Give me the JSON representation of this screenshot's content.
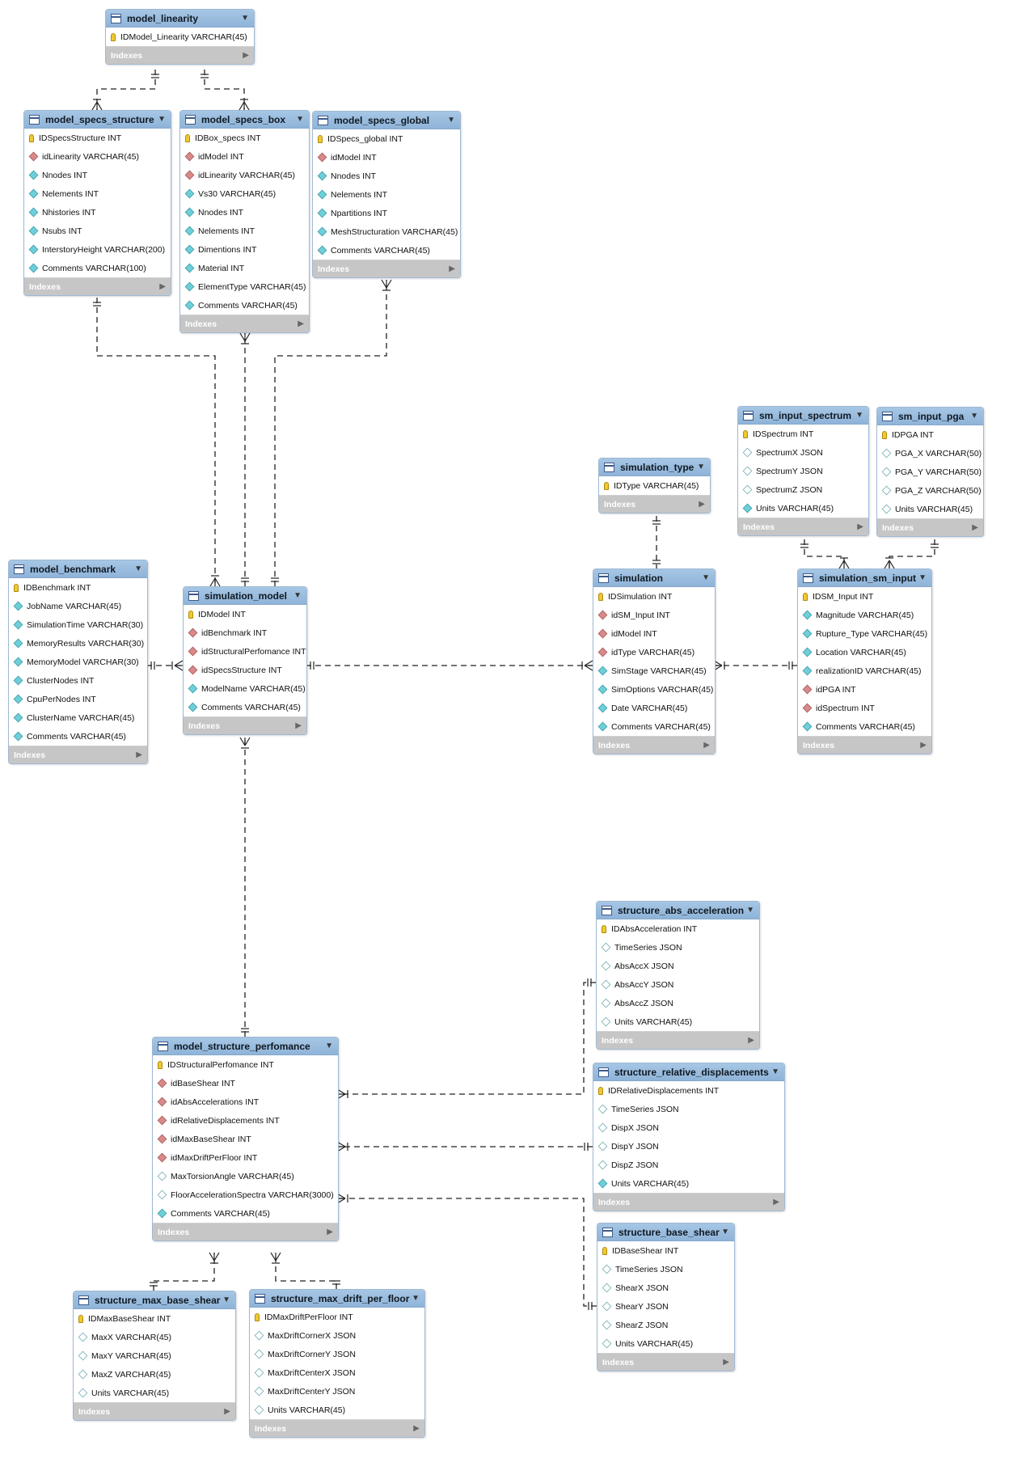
{
  "tables": [
    {
      "id": "model_linearity",
      "name": "model_linearity",
      "indexes_label": "Indexes",
      "columns": [
        {
          "text": "IDModel_Linearity VARCHAR(45)",
          "kind": "pk"
        }
      ]
    },
    {
      "id": "model_specs_structure",
      "name": "model_specs_structure",
      "indexes_label": "Indexes",
      "columns": [
        {
          "text": "IDSpecsStructure INT",
          "kind": "pk"
        },
        {
          "text": "idLinearity VARCHAR(45)",
          "kind": "fk"
        },
        {
          "text": "Nnodes INT",
          "kind": "col-full"
        },
        {
          "text": "Nelements INT",
          "kind": "col-full"
        },
        {
          "text": "Nhistories INT",
          "kind": "col-full"
        },
        {
          "text": "Nsubs INT",
          "kind": "col-full"
        },
        {
          "text": "InterstoryHeight VARCHAR(200)",
          "kind": "col-full"
        },
        {
          "text": "Comments VARCHAR(100)",
          "kind": "col-full"
        }
      ]
    },
    {
      "id": "model_specs_box",
      "name": "model_specs_box",
      "indexes_label": "Indexes",
      "columns": [
        {
          "text": "IDBox_specs INT",
          "kind": "pk"
        },
        {
          "text": "idModel INT",
          "kind": "fk"
        },
        {
          "text": "idLinearity VARCHAR(45)",
          "kind": "fk"
        },
        {
          "text": "Vs30 VARCHAR(45)",
          "kind": "col-full"
        },
        {
          "text": "Nnodes INT",
          "kind": "col-full"
        },
        {
          "text": "Nelements INT",
          "kind": "col-full"
        },
        {
          "text": "Dimentions INT",
          "kind": "col-full"
        },
        {
          "text": "Material INT",
          "kind": "col-full"
        },
        {
          "text": "ElementType VARCHAR(45)",
          "kind": "col-full"
        },
        {
          "text": "Comments VARCHAR(45)",
          "kind": "col-full"
        }
      ]
    },
    {
      "id": "model_specs_global",
      "name": "model_specs_global",
      "indexes_label": "Indexes",
      "columns": [
        {
          "text": "IDSpecs_global INT",
          "kind": "pk"
        },
        {
          "text": "idModel INT",
          "kind": "fk"
        },
        {
          "text": "Nnodes INT",
          "kind": "col-full"
        },
        {
          "text": "Nelements INT",
          "kind": "col-full"
        },
        {
          "text": "Npartitions INT",
          "kind": "col-full"
        },
        {
          "text": "MeshStructuration VARCHAR(45)",
          "kind": "col-full"
        },
        {
          "text": "Comments VARCHAR(45)",
          "kind": "col-full"
        }
      ]
    },
    {
      "id": "sm_input_spectrum",
      "name": "sm_input_spectrum",
      "indexes_label": "Indexes",
      "columns": [
        {
          "text": "IDSpectrum INT",
          "kind": "pk"
        },
        {
          "text": "SpectrumX JSON",
          "kind": "col-empty"
        },
        {
          "text": "SpectrumY JSON",
          "kind": "col-empty"
        },
        {
          "text": "SpectrumZ JSON",
          "kind": "col-empty"
        },
        {
          "text": "Units VARCHAR(45)",
          "kind": "col-full"
        }
      ]
    },
    {
      "id": "sm_input_pga",
      "name": "sm_input_pga",
      "indexes_label": "Indexes",
      "columns": [
        {
          "text": "IDPGA INT",
          "kind": "pk"
        },
        {
          "text": "PGA_X VARCHAR(50)",
          "kind": "col-empty"
        },
        {
          "text": "PGA_Y VARCHAR(50)",
          "kind": "col-empty"
        },
        {
          "text": "PGA_Z VARCHAR(50)",
          "kind": "col-empty"
        },
        {
          "text": "Units VARCHAR(45)",
          "kind": "col-empty"
        }
      ]
    },
    {
      "id": "simulation_type",
      "name": "simulation_type",
      "indexes_label": "Indexes",
      "columns": [
        {
          "text": "IDType VARCHAR(45)",
          "kind": "pk"
        }
      ]
    },
    {
      "id": "model_benchmark",
      "name": "model_benchmark",
      "indexes_label": "Indexes",
      "columns": [
        {
          "text": "IDBenchmark INT",
          "kind": "pk"
        },
        {
          "text": "JobName VARCHAR(45)",
          "kind": "col-full"
        },
        {
          "text": "SimulationTime VARCHAR(30)",
          "kind": "col-full"
        },
        {
          "text": "MemoryResults VARCHAR(30)",
          "kind": "col-full"
        },
        {
          "text": "MemoryModel VARCHAR(30)",
          "kind": "col-full"
        },
        {
          "text": "ClusterNodes INT",
          "kind": "col-full"
        },
        {
          "text": "CpuPerNodes INT",
          "kind": "col-full"
        },
        {
          "text": "ClusterName VARCHAR(45)",
          "kind": "col-full"
        },
        {
          "text": "Comments VARCHAR(45)",
          "kind": "col-full"
        }
      ]
    },
    {
      "id": "simulation_model",
      "name": "simulation_model",
      "indexes_label": "Indexes",
      "columns": [
        {
          "text": "IDModel INT",
          "kind": "pk"
        },
        {
          "text": "idBenchmark INT",
          "kind": "fk"
        },
        {
          "text": "idStructuralPerfomance INT",
          "kind": "fk"
        },
        {
          "text": "idSpecsStructure INT",
          "kind": "fk"
        },
        {
          "text": "ModelName VARCHAR(45)",
          "kind": "col-full"
        },
        {
          "text": "Comments VARCHAR(45)",
          "kind": "col-full"
        }
      ]
    },
    {
      "id": "simulation",
      "name": "simulation",
      "indexes_label": "Indexes",
      "columns": [
        {
          "text": "IDSimulation INT",
          "kind": "pk"
        },
        {
          "text": "idSM_Input INT",
          "kind": "fk"
        },
        {
          "text": "idModel INT",
          "kind": "fk"
        },
        {
          "text": "idType VARCHAR(45)",
          "kind": "fk"
        },
        {
          "text": "SimStage VARCHAR(45)",
          "kind": "col-full"
        },
        {
          "text": "SimOptions VARCHAR(45)",
          "kind": "col-full"
        },
        {
          "text": "Date VARCHAR(45)",
          "kind": "col-full"
        },
        {
          "text": "Comments VARCHAR(45)",
          "kind": "col-full"
        }
      ]
    },
    {
      "id": "simulation_sm_input",
      "name": "simulation_sm_input",
      "indexes_label": "Indexes",
      "columns": [
        {
          "text": "IDSM_Input INT",
          "kind": "pk"
        },
        {
          "text": "Magnitude VARCHAR(45)",
          "kind": "col-full"
        },
        {
          "text": "Rupture_Type VARCHAR(45)",
          "kind": "col-full"
        },
        {
          "text": "Location VARCHAR(45)",
          "kind": "col-full"
        },
        {
          "text": "realizationID VARCHAR(45)",
          "kind": "col-full"
        },
        {
          "text": "idPGA INT",
          "kind": "fk"
        },
        {
          "text": "idSpectrum INT",
          "kind": "fk"
        },
        {
          "text": "Comments VARCHAR(45)",
          "kind": "col-full"
        }
      ]
    },
    {
      "id": "structure_abs_acceleration",
      "name": "structure_abs_acceleration",
      "indexes_label": "Indexes",
      "columns": [
        {
          "text": "IDAbsAcceleration INT",
          "kind": "pk"
        },
        {
          "text": "TimeSeries JSON",
          "kind": "col-empty"
        },
        {
          "text": "AbsAccX JSON",
          "kind": "col-empty"
        },
        {
          "text": "AbsAccY JSON",
          "kind": "col-empty"
        },
        {
          "text": "AbsAccZ JSON",
          "kind": "col-empty"
        },
        {
          "text": "Units VARCHAR(45)",
          "kind": "col-empty"
        }
      ]
    },
    {
      "id": "structure_relative_displacements",
      "name": "structure_relative_displacements",
      "indexes_label": "Indexes",
      "columns": [
        {
          "text": "IDRelativeDisplacements INT",
          "kind": "pk"
        },
        {
          "text": "TimeSeries JSON",
          "kind": "col-empty"
        },
        {
          "text": "DispX JSON",
          "kind": "col-empty"
        },
        {
          "text": "DispY JSON",
          "kind": "col-empty"
        },
        {
          "text": "DispZ JSON",
          "kind": "col-empty"
        },
        {
          "text": "Units VARCHAR(45)",
          "kind": "col-full"
        }
      ]
    },
    {
      "id": "model_structure_perfomance",
      "name": "model_structure_perfomance",
      "indexes_label": "Indexes",
      "columns": [
        {
          "text": "IDStructuralPerfomance INT",
          "kind": "pk"
        },
        {
          "text": "idBaseShear INT",
          "kind": "fk"
        },
        {
          "text": "idAbsAccelerations INT",
          "kind": "fk"
        },
        {
          "text": "idRelativeDisplacements INT",
          "kind": "fk"
        },
        {
          "text": "idMaxBaseShear INT",
          "kind": "fk"
        },
        {
          "text": "idMaxDriftPerFloor INT",
          "kind": "fk"
        },
        {
          "text": "MaxTorsionAngle VARCHAR(45)",
          "kind": "col-empty"
        },
        {
          "text": "FloorAccelerationSpectra VARCHAR(3000)",
          "kind": "col-empty"
        },
        {
          "text": "Comments VARCHAR(45)",
          "kind": "col-full"
        }
      ]
    },
    {
      "id": "structure_base_shear",
      "name": "structure_base_shear",
      "indexes_label": "Indexes",
      "columns": [
        {
          "text": "IDBaseShear INT",
          "kind": "pk"
        },
        {
          "text": "TimeSeries JSON",
          "kind": "col-empty"
        },
        {
          "text": "ShearX JSON",
          "kind": "col-empty"
        },
        {
          "text": "ShearY JSON",
          "kind": "col-empty"
        },
        {
          "text": "ShearZ JSON",
          "kind": "col-empty"
        },
        {
          "text": "Units VARCHAR(45)",
          "kind": "col-empty"
        }
      ]
    },
    {
      "id": "structure_max_base_shear",
      "name": "structure_max_base_shear",
      "indexes_label": "Indexes",
      "columns": [
        {
          "text": "IDMaxBaseShear INT",
          "kind": "pk"
        },
        {
          "text": "MaxX VARCHAR(45)",
          "kind": "col-empty"
        },
        {
          "text": "MaxY VARCHAR(45)",
          "kind": "col-empty"
        },
        {
          "text": "MaxZ VARCHAR(45)",
          "kind": "col-empty"
        },
        {
          "text": "Units VARCHAR(45)",
          "kind": "col-empty"
        }
      ]
    },
    {
      "id": "structure_max_drift_per_floor",
      "name": "structure_max_drift_per_floor",
      "indexes_label": "Indexes",
      "columns": [
        {
          "text": "IDMaxDriftPerFloor INT",
          "kind": "pk"
        },
        {
          "text": "MaxDriftCornerX JSON",
          "kind": "col-empty"
        },
        {
          "text": "MaxDriftCornerY JSON",
          "kind": "col-empty"
        },
        {
          "text": "MaxDriftCenterX JSON",
          "kind": "col-empty"
        },
        {
          "text": "MaxDriftCenterY JSON",
          "kind": "col-empty"
        },
        {
          "text": "Units VARCHAR(45)",
          "kind": "col-empty"
        }
      ]
    }
  ],
  "relationships": [
    {
      "from": "model_linearity",
      "to": "model_specs_structure"
    },
    {
      "from": "model_linearity",
      "to": "model_specs_box"
    },
    {
      "from": "model_specs_structure",
      "to": "simulation_model"
    },
    {
      "from": "simulation_model",
      "to": "model_specs_box"
    },
    {
      "from": "simulation_model",
      "to": "model_specs_global"
    },
    {
      "from": "model_benchmark",
      "to": "simulation_model"
    },
    {
      "from": "simulation_model",
      "to": "simulation"
    },
    {
      "from": "simulation_sm_input",
      "to": "simulation"
    },
    {
      "from": "simulation_type",
      "to": "simulation"
    },
    {
      "from": "sm_input_spectrum",
      "to": "simulation_sm_input"
    },
    {
      "from": "sm_input_pga",
      "to": "simulation_sm_input"
    },
    {
      "from": "model_structure_perfomance",
      "to": "simulation_model"
    },
    {
      "from": "structure_abs_acceleration",
      "to": "model_structure_perfomance"
    },
    {
      "from": "structure_relative_displacements",
      "to": "model_structure_perfomance"
    },
    {
      "from": "structure_base_shear",
      "to": "model_structure_perfomance"
    },
    {
      "from": "structure_max_base_shear",
      "to": "model_structure_perfomance"
    },
    {
      "from": "structure_max_drift_per_floor",
      "to": "model_structure_perfomance"
    }
  ],
  "colors": {
    "header": "#9ebfe0",
    "indexes_bar": "#c6c6c6",
    "line": "#222222",
    "pk_icon": "#f0c830",
    "fk_icon": "#d88a8a",
    "column_icon": "#6fcfd8"
  }
}
